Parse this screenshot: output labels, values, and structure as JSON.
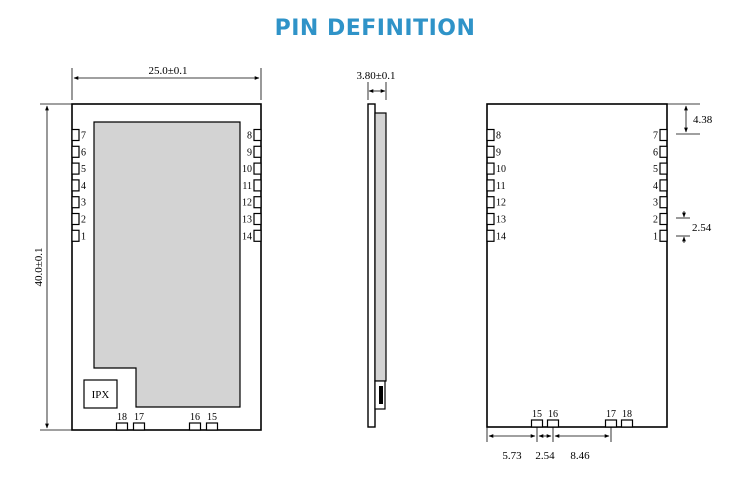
{
  "title": "PIN DEFINITION",
  "colors": {
    "title": "#2f93c8",
    "outline": "#000000",
    "shield_fill": "#d3d3d3"
  },
  "front_view": {
    "width_label": "25.0±0.1",
    "height_label": "40.0±0.1",
    "ipx_label": "IPX",
    "left_pins": [
      "7",
      "6",
      "5",
      "4",
      "3",
      "2",
      "1"
    ],
    "right_pins": [
      "8",
      "9",
      "10",
      "11",
      "12",
      "13",
      "14"
    ],
    "bottom_pins": [
      "18",
      "17",
      "16",
      "15"
    ]
  },
  "side_view": {
    "thickness_label": "3.80±0.1"
  },
  "back_view": {
    "left_pins": [
      "8",
      "9",
      "10",
      "11",
      "12",
      "13",
      "14"
    ],
    "right_pins": [
      "7",
      "6",
      "5",
      "4",
      "3",
      "2",
      "1"
    ],
    "bottom_pins": [
      "15",
      "16",
      "17",
      "18"
    ],
    "top_offset_label": "4.38",
    "pin_pitch_label": "2.54",
    "bottom_dims": [
      "5.73",
      "2.54",
      "8.46"
    ]
  }
}
